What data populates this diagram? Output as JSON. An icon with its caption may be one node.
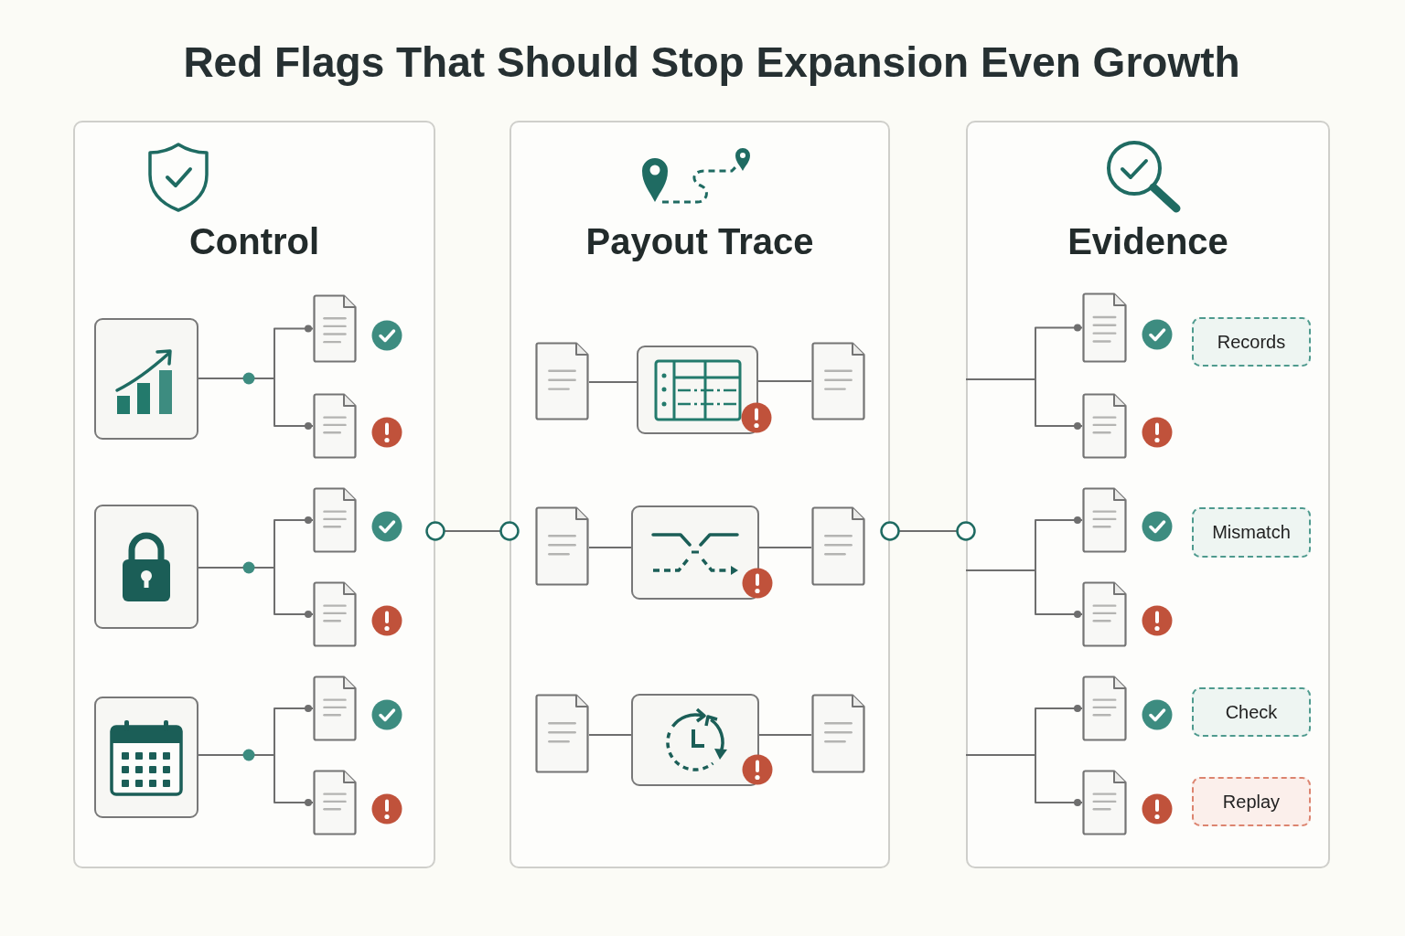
{
  "diagram": {
    "title": "Red Flags That Should Stop Expansion Even Growth",
    "nodes": [
      {
        "text": [
          "Control"
        ]
      },
      {
        "text": [],
        "shape": "box",
        "in": 0
      },
      {
        "text": [],
        "shape": "document",
        "in": 0
      },
      {
        "text": [],
        "shape": "document",
        "in": 0
      },
      {
        "text": [],
        "shape": "box",
        "in": 0
      },
      {
        "text": [],
        "shape": "document",
        "in": 0
      },
      {
        "text": [],
        "shape": "document",
        "in": 0
      },
      {
        "text": [],
        "shape": "box",
        "in": 0
      },
      {
        "text": [],
        "shape": "document",
        "in": 0
      },
      {
        "text": [],
        "shape": "document",
        "in": 0
      },
      {
        "text": [
          "Payout Trace"
        ]
      },
      {
        "text": [],
        "shape": "document",
        "in": 10
      },
      {
        "text": [],
        "shape": "box",
        "in": 10
      },
      {
        "text": [],
        "shape": "document",
        "in": 10
      },
      {
        "text": [],
        "shape": "document",
        "in": 10
      },
      {
        "text": [],
        "shape": "box",
        "in": 10
      },
      {
        "text": [],
        "shape": "document",
        "in": 10
      },
      {
        "text": [],
        "shape": "document",
        "in": 10
      },
      {
        "text": [],
        "shape": "box",
        "in": 10
      },
      {
        "text": [],
        "shape": "document",
        "in": 10
      },
      {
        "text": [
          "Evidence"
        ]
      },
      {
        "text": [],
        "shape": "document",
        "in": 20
      },
      {
        "text": [
          "Records"
        ],
        "in": 20
      },
      {
        "text": [],
        "shape": "document",
        "in": 20
      },
      {
        "text": [],
        "shape": "document",
        "in": 20
      },
      {
        "text": [
          "Mismatch"
        ],
        "in": 20
      },
      {
        "text": [],
        "shape": "document",
        "in": 20
      },
      {
        "text": [],
        "shape": "document",
        "in": 20
      },
      {
        "text": [
          "Check"
        ],
        "in": 20
      },
      {
        "text": [],
        "shape": "document",
        "in": 20
      },
      {
        "text": [
          "Replay"
        ],
        "in": 20
      }
    ],
    "edges": [
      {
        "from": 0,
        "to": 10,
        "arrow": "other"
      },
      {
        "from": 1,
        "to": 2,
        "arrow": "other"
      },
      {
        "from": 1,
        "to": 3,
        "arrow": "other"
      },
      {
        "from": 4,
        "to": 5,
        "arrow": "other"
      },
      {
        "from": 4,
        "to": 6,
        "arrow": "other"
      },
      {
        "from": 7,
        "to": 8,
        "arrow": "other"
      },
      {
        "from": 7,
        "to": 9,
        "arrow": "other"
      },
      {
        "from": 11,
        "to": 12,
        "arrow": "none"
      },
      {
        "from": 12,
        "to": 13,
        "arrow": "none"
      },
      {
        "from": 14,
        "to": 15,
        "arrow": "none"
      },
      {
        "from": 15,
        "to": 16,
        "arrow": "none"
      },
      {
        "from": 17,
        "to": 18,
        "arrow": "none"
      },
      {
        "from": 18,
        "to": 19,
        "arrow": "none"
      },
      {
        "from": 10,
        "to": 20,
        "arrow": "other"
      },
      {
        "from": 20,
        "to": 21,
        "arrow": "other"
      },
      {
        "from": 20,
        "to": 23,
        "arrow": "other"
      },
      {
        "from": 20,
        "to": 24,
        "arrow": "other"
      },
      {
        "from": 20,
        "to": 26,
        "arrow": "other"
      },
      {
        "from": 20,
        "to": 27,
        "arrow": "other"
      },
      {
        "from": 20,
        "to": 29,
        "arrow": "other"
      }
    ]
  }
}
